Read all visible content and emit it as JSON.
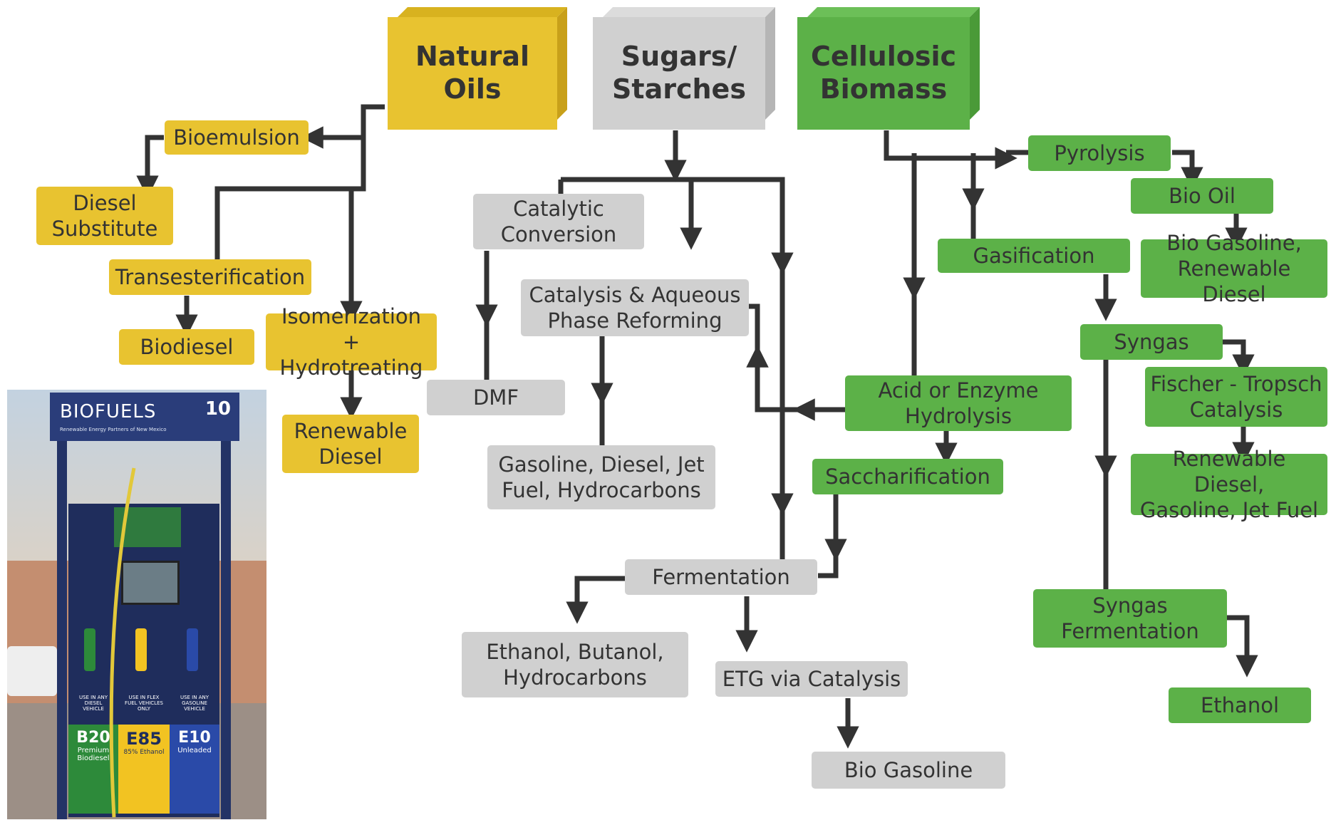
{
  "sources": {
    "natural_oils": "Natural Oils",
    "sugars_starches": "Sugars/\nStarches",
    "cellulosic_biomass": "Cellulosic\nBiomass"
  },
  "nodes": {
    "bioemulsion": "Bioemulsion",
    "diesel_substitute": "Diesel\nSubstitute",
    "transesterification": "Transesterification",
    "biodiesel": "Biodiesel",
    "isomerization": "Isomerization +\nHydrotreating",
    "renewable_diesel_oil": "Renewable\nDiesel",
    "catalytic_conversion": "Catalytic\nConversion",
    "dmf": "DMF",
    "catalysis_aqueous": "Catalysis & Aqueous\nPhase Reforming",
    "gasoline_diesel_jet": "Gasoline, Diesel, Jet\nFuel, Hydrocarbons",
    "fermentation": "Fermentation",
    "ethanol_butanol": "Ethanol, Butanol,\nHydrocarbons",
    "etg": "ETG via Catalysis",
    "bio_gasoline_bottom": "Bio Gasoline",
    "pyrolysis": "Pyrolysis",
    "bio_oil": "Bio Oil",
    "bio_gasoline_renewable": "Bio Gasoline,\nRenewable Diesel",
    "gasification": "Gasification",
    "syngas": "Syngas",
    "fischer_tropsch": "Fischer - Tropsch\nCatalysis",
    "renewable_diesel_gasoline_jet": "Renewable Diesel,\nGasoline, Jet Fuel",
    "acid_enzyme": "Acid or Enzyme\nHydrolysis",
    "saccharification": "Saccharification",
    "syngas_fermentation": "Syngas\nFermentation",
    "ethanol": "Ethanol"
  },
  "photo": {
    "sign": "BIOFUELS",
    "sign_number": "10",
    "sign_sub": "Renewable Energy Partners of New Mexico",
    "grade_b20": "B20",
    "grade_b20_sub": "Premium\nBiodiesel",
    "grade_e85": "E85",
    "grade_e85_sub": "85% Ethanol",
    "grade_e10": "E10",
    "grade_e10_sub": "Unleaded",
    "label_diesel": "USE IN ANY\nDIESEL\nVEHICLE",
    "label_flex": "USE IN FLEX\nFUEL VEHICLES\nONLY",
    "label_gasoline": "USE IN ANY\nGASOLINE\nVEHICLE"
  },
  "colors": {
    "natural_oils": "#e8c330",
    "sugars_starches": "#d0d0d0",
    "cellulosic_biomass": "#5cb148",
    "connector": "#333333"
  }
}
